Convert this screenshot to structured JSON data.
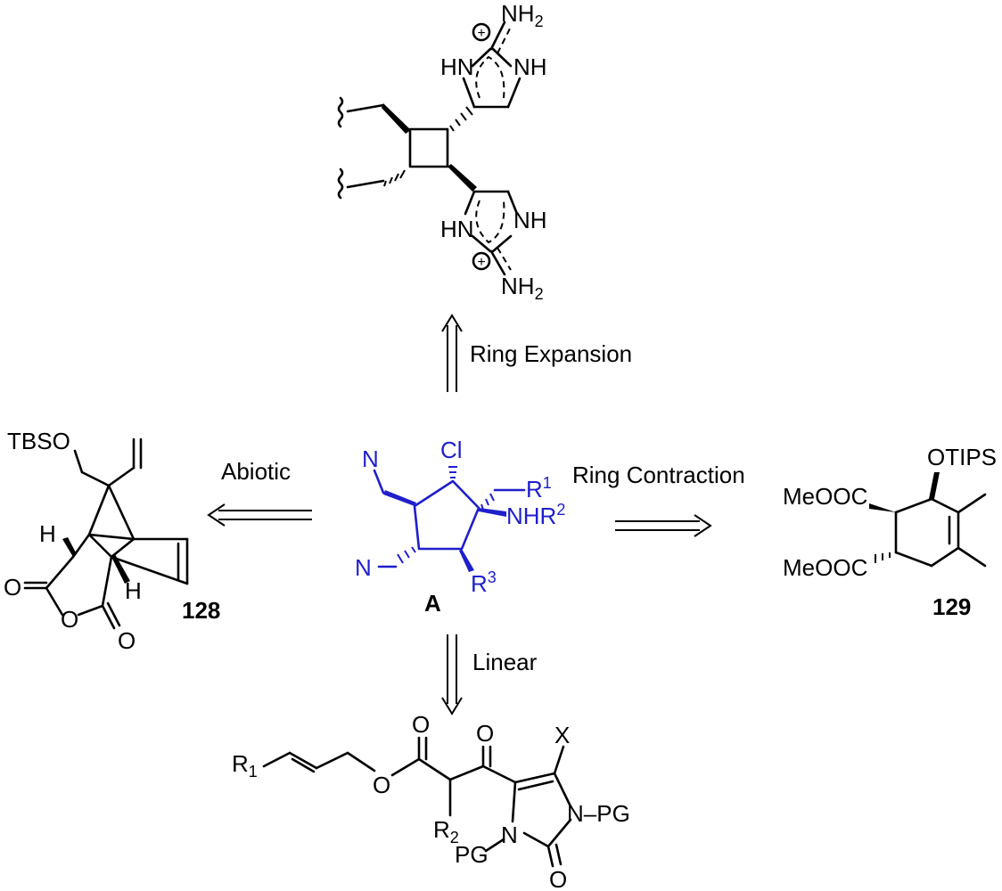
{
  "labels": {
    "ring_expansion": "Ring Expansion",
    "abiotic": "Abiotic",
    "ring_contraction": "Ring Contraction",
    "linear": "Linear"
  },
  "compounds": {
    "center": "A",
    "left": "128",
    "right": "129"
  },
  "atoms": {
    "nh2": "NH",
    "two": "2",
    "hn": "HN",
    "nh": "NH",
    "plus": "+",
    "n": "N",
    "cl": "Cl",
    "r": "R",
    "one": "1",
    "three": "3",
    "nhr": "NHR",
    "tbso": "TBSO",
    "h": "H",
    "o": "O",
    "otips": "OTIPS",
    "meooc": "MeOOC",
    "x": "X",
    "pg": "PG",
    "npg": "N–PG",
    "pgn": "PG",
    "sub_1": "1",
    "sub_2": "2"
  },
  "colors": {
    "highlight": "#1f1fcc",
    "ink": "#000000"
  }
}
